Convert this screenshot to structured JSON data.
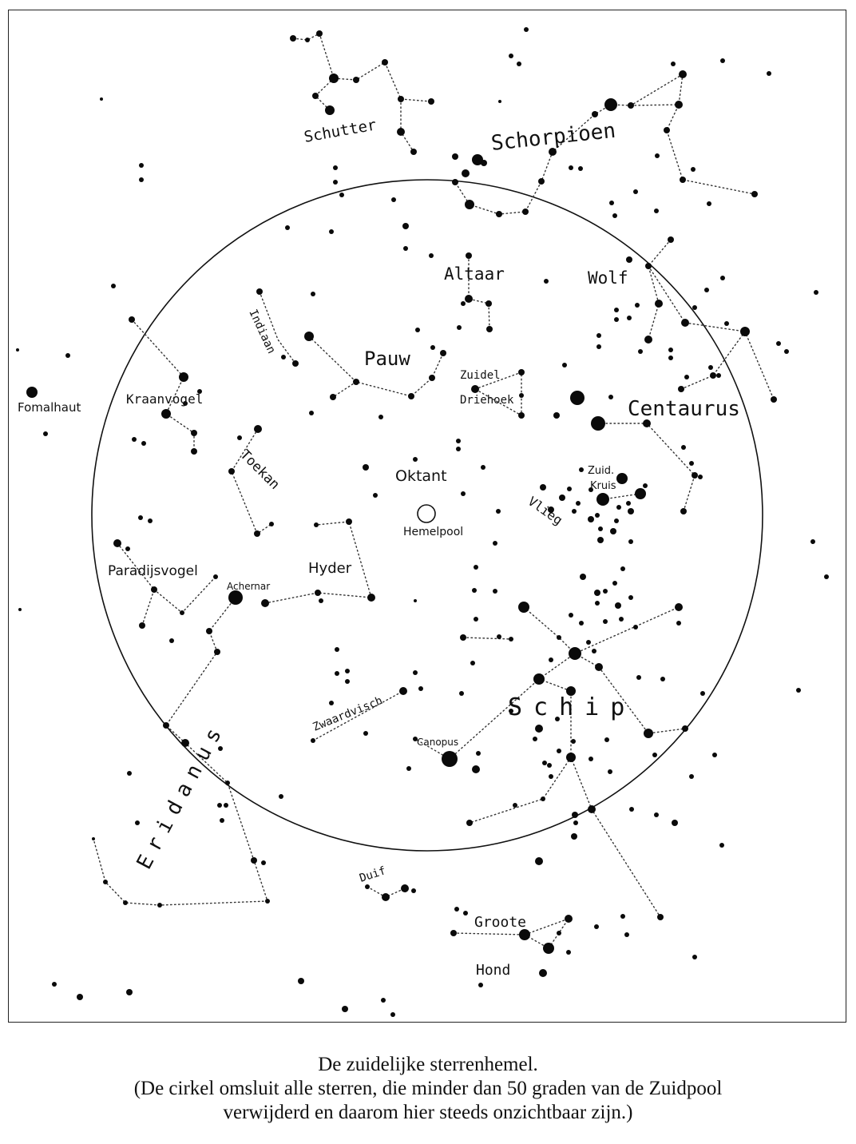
{
  "labels": {
    "schutter": "Schutter",
    "schorpioen": "Schorpioen",
    "altaar": "Altaar",
    "wolf": "Wolf",
    "indiaan": "Indiaan",
    "pauw": "Pauw",
    "zuidel": "Zuidel",
    "driehoek": "Driehoek",
    "centaurus": "Centaurus",
    "fomalhaut": "Fomalhaut",
    "kraanvogel": "Kraanvogel",
    "toekan": "Toekan",
    "oktant": "Oktant",
    "hemelpool": "Hemelpool",
    "zuid": "Zuid.",
    "kruis": "Kruis",
    "vlieg": "Vlieg",
    "paradijsvogel": "Paradijsvogel",
    "achernar": "Achernar",
    "hyder": "Hyder",
    "zwaardvisch": "Zwaardvisch",
    "schip": "Schip",
    "canopus": "Canopus",
    "eridanus": "Eridanus",
    "duif": "Duif",
    "groote": "Groote",
    "hond": "Hond"
  },
  "caption": {
    "line1": "De zuidelijke sterrenhemel.",
    "line2": "(De cirkel omsluit alle sterren, die minder dan 50 graden van de Zuidpool",
    "line3": "verwijderd en daarom hier steeds onzichtbaar zijn.)"
  }
}
